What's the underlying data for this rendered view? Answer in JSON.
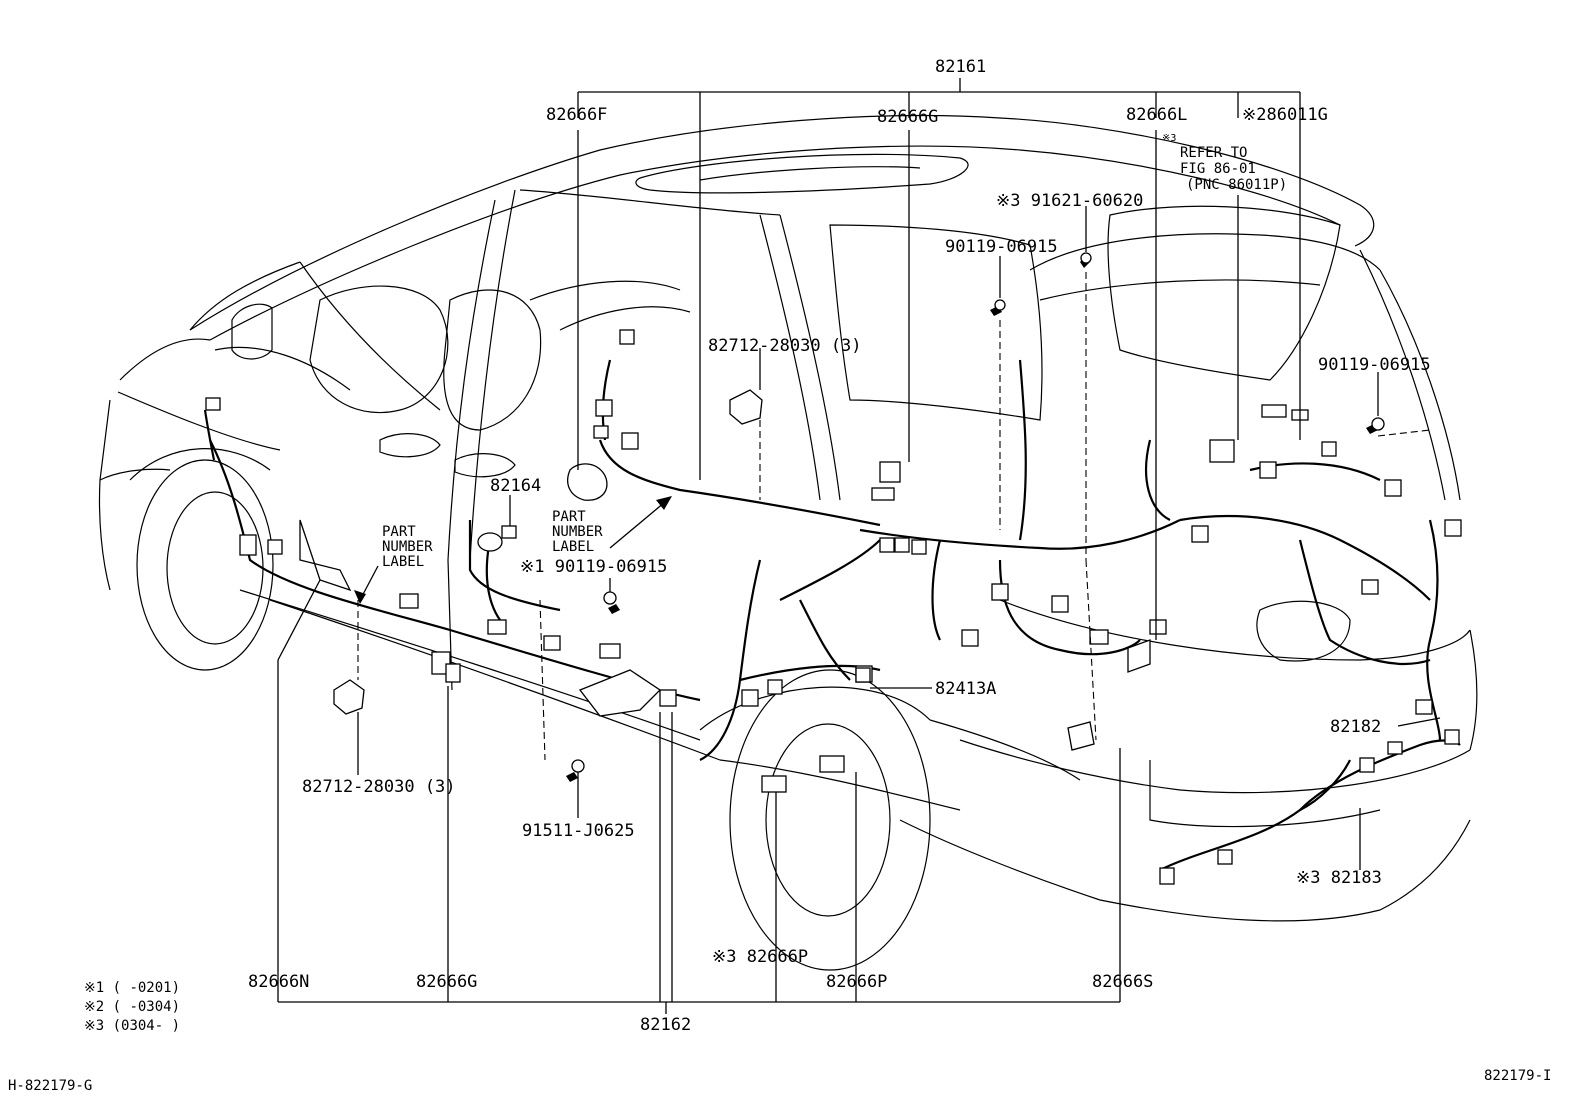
{
  "parts": {
    "p82161": "82161",
    "p82666F": "82666F",
    "p82666G_top": "82666G",
    "p82666L": "82666L",
    "p86011G": "※286011G",
    "refer_mark": "※3",
    "refer_1": "REFER TO",
    "refer_2": "FIG 86-01",
    "refer_3": "(PNC 86011P)",
    "p91621": "※3 91621-60620",
    "p90119_top": "90119-06915",
    "p90119_right": "90119-06915",
    "p82712_top": "82712-28030 (3)",
    "p82164": "82164",
    "label_left_1": "PART",
    "label_left_2": "NUMBER",
    "label_left_3": "LABEL",
    "label_mid_1": "PART",
    "label_mid_2": "NUMBER",
    "label_mid_3": "LABEL",
    "p90119_mid": "※1 90119-06915",
    "p82413A": "82413A",
    "p82182": "82182",
    "p82712_bottom": "82712-28030 (3)",
    "p91511": "91511-J0625",
    "p82183": "※3 82183",
    "p82666P_left": "※3 82666P",
    "p82666N": "82666N",
    "p82666G_bottom": "82666G",
    "p82666P_right": "82666P",
    "p82666S": "82666S",
    "p82162": "82162"
  },
  "legend": {
    "note1": "※1 (     -0201)",
    "note2": "※2 (     -0304)",
    "note3": "※3 (0304-     )"
  },
  "codes": {
    "left": "H-822179-G",
    "right": "822179-I"
  }
}
